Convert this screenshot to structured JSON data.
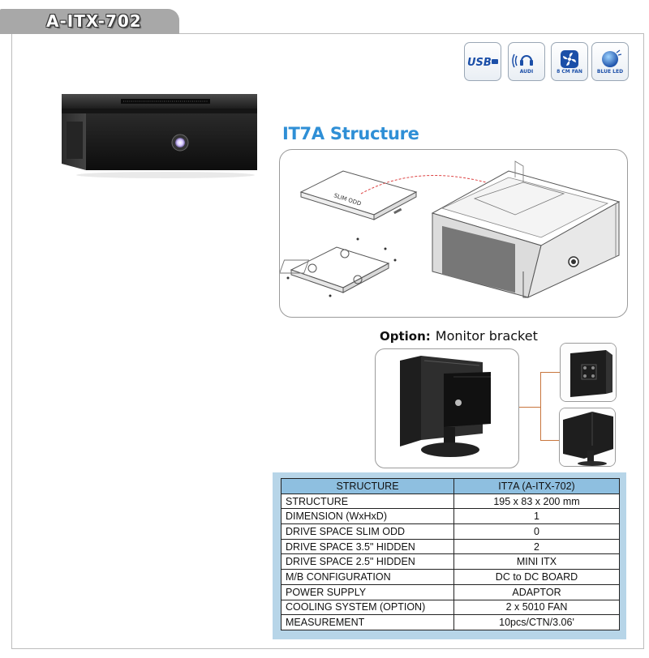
{
  "header": {
    "model": "A-ITX-702"
  },
  "features": [
    {
      "icon": "usb-icon",
      "label": "USB"
    },
    {
      "icon": "audio-icon",
      "label": "AUDI"
    },
    {
      "icon": "fan-icon",
      "label": "8 CM FAN"
    },
    {
      "icon": "blue-led-icon",
      "label": "BLUE LED"
    }
  ],
  "structure": {
    "title": "IT7A Structure",
    "odd_label": "SLIM ODD"
  },
  "option": {
    "label": "Option:",
    "text": "Monitor bracket"
  },
  "colors": {
    "accent_blue": "#2f8fd6",
    "table_frame": "#b7d5e8",
    "table_header": "#8ebfe0",
    "connector": "#c8763d"
  },
  "spec_table": {
    "header": [
      "STRUCTURE",
      "IT7A (A-ITX-702)"
    ],
    "rows": [
      [
        "STRUCTURE",
        "195 x 83 x 200 mm"
      ],
      [
        "DIMENSION (WxHxD)",
        "1"
      ],
      [
        "DRIVE SPACE SLIM ODD",
        "0"
      ],
      [
        "DRIVE SPACE 3.5\" HIDDEN",
        "2"
      ],
      [
        "DRIVE SPACE 2.5\" HIDDEN",
        "MINI ITX"
      ],
      [
        "M/B CONFIGURATION",
        "DC to DC BOARD"
      ],
      [
        "POWER SUPPLY",
        "ADAPTOR"
      ],
      [
        "COOLING SYSTEM (OPTION)",
        "2 x 5010 FAN"
      ],
      [
        "MEASUREMENT",
        "10pcs/CTN/3.06'"
      ]
    ]
  }
}
